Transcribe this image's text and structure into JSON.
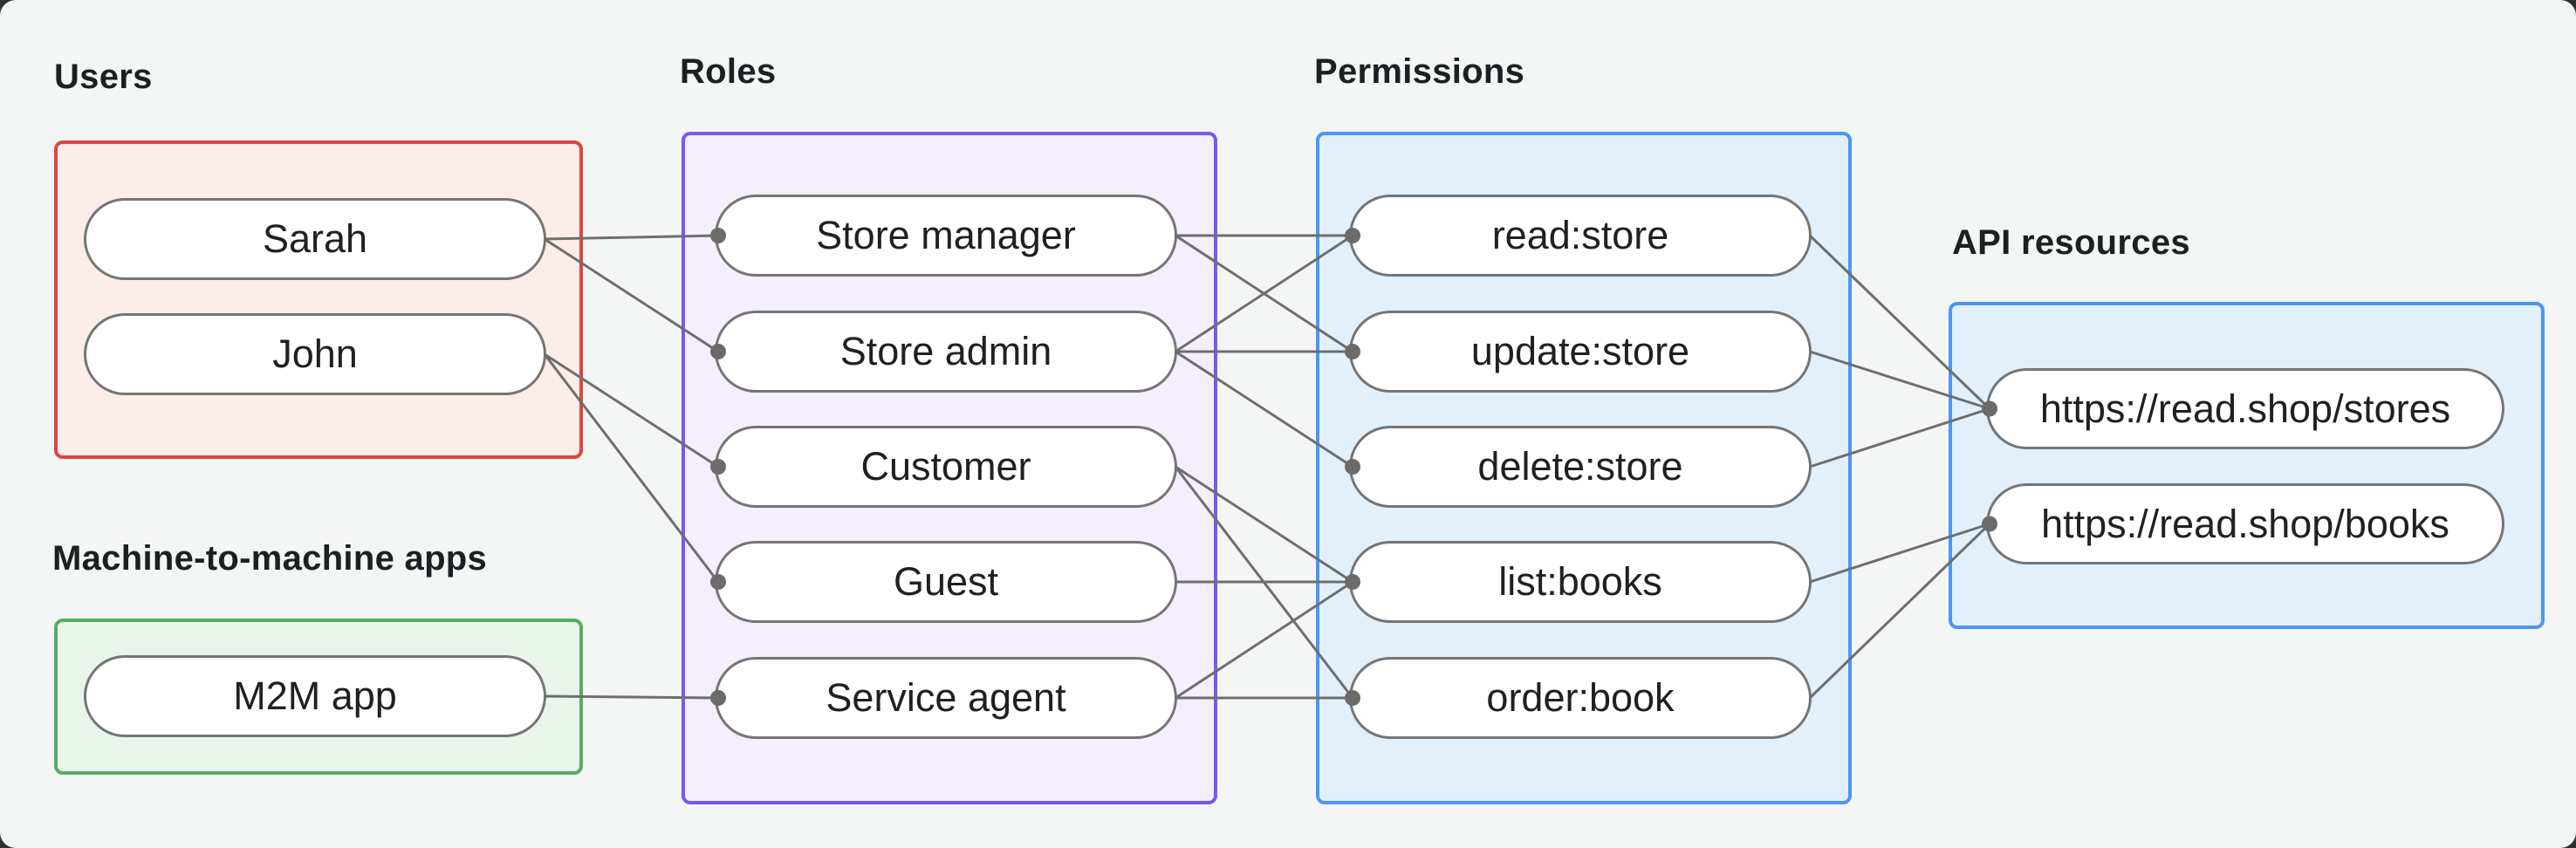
{
  "style": {
    "background": "#f4f6f5",
    "frame_color": "#2b332c",
    "edge_color": "#6e6e6e",
    "dot_color": "#6b6b6b",
    "node_border_color": "#757575",
    "node_fill": "#ffffff",
    "text_color": "#1f2023"
  },
  "groups": [
    {
      "id": "users",
      "label": "Users",
      "border_color": "#e0453c",
      "fill_color": "#fcecea",
      "nodes": [
        {
          "id": "sarah",
          "label": "Sarah"
        },
        {
          "id": "john",
          "label": "John"
        }
      ]
    },
    {
      "id": "m2m",
      "label": "Machine-to-machine apps",
      "border_color": "#57ad62",
      "fill_color": "#e9f5ea",
      "nodes": [
        {
          "id": "m2m-app",
          "label": "M2M app"
        }
      ]
    },
    {
      "id": "roles",
      "label": "Roles",
      "border_color": "#7a58f0",
      "fill_color": "#f4eefd",
      "nodes": [
        {
          "id": "store-manager",
          "label": "Store manager"
        },
        {
          "id": "store-admin",
          "label": "Store admin"
        },
        {
          "id": "customer",
          "label": "Customer"
        },
        {
          "id": "guest",
          "label": "Guest"
        },
        {
          "id": "service-agent",
          "label": "Service agent"
        }
      ]
    },
    {
      "id": "permissions",
      "label": "Permissions",
      "border_color": "#4e96f5",
      "fill_color": "#e2f0fc",
      "nodes": [
        {
          "id": "read-store",
          "label": "read:store"
        },
        {
          "id": "update-store",
          "label": "update:store"
        },
        {
          "id": "delete-store",
          "label": "delete:store"
        },
        {
          "id": "list-books",
          "label": "list:books"
        },
        {
          "id": "order-book",
          "label": "order:book"
        }
      ]
    },
    {
      "id": "api",
      "label": "API resources",
      "border_color": "#4e96f5",
      "fill_color": "#e2f0fc",
      "nodes": [
        {
          "id": "stores",
          "label": "https://read.shop/stores"
        },
        {
          "id": "books",
          "label": "https://read.shop/books"
        }
      ]
    }
  ],
  "edges": [
    {
      "from": "sarah",
      "to": "store-manager"
    },
    {
      "from": "sarah",
      "to": "store-admin"
    },
    {
      "from": "john",
      "to": "customer"
    },
    {
      "from": "john",
      "to": "guest"
    },
    {
      "from": "m2m-app",
      "to": "service-agent"
    },
    {
      "from": "store-manager",
      "to": "read-store"
    },
    {
      "from": "store-manager",
      "to": "update-store"
    },
    {
      "from": "store-admin",
      "to": "read-store"
    },
    {
      "from": "store-admin",
      "to": "update-store"
    },
    {
      "from": "store-admin",
      "to": "delete-store"
    },
    {
      "from": "customer",
      "to": "list-books"
    },
    {
      "from": "customer",
      "to": "order-book"
    },
    {
      "from": "guest",
      "to": "list-books"
    },
    {
      "from": "service-agent",
      "to": "list-books"
    },
    {
      "from": "service-agent",
      "to": "order-book"
    },
    {
      "from": "read-store",
      "to": "stores"
    },
    {
      "from": "update-store",
      "to": "stores"
    },
    {
      "from": "delete-store",
      "to": "stores"
    },
    {
      "from": "list-books",
      "to": "books"
    },
    {
      "from": "order-book",
      "to": "books"
    }
  ]
}
